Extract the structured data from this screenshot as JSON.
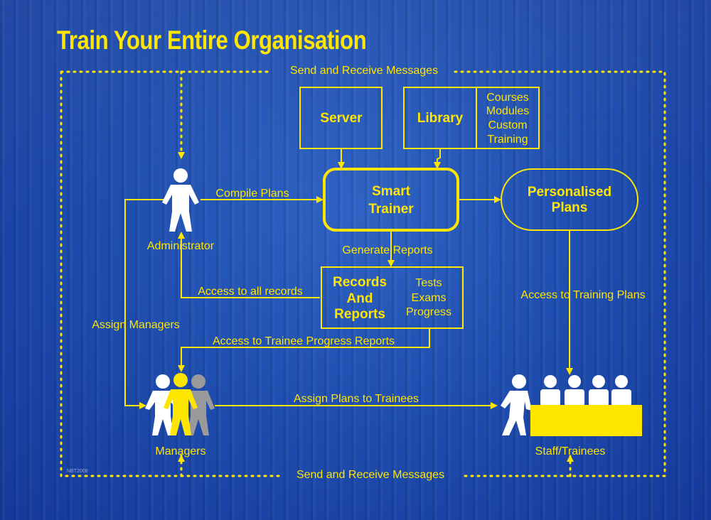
{
  "title": "Train Your Entire Organisation",
  "labels": {
    "send_receive_top": "Send and Receive Messages",
    "send_receive_bottom": "Send and Receive Messages",
    "compile_plans": "Compile Plans",
    "generate_reports": "Generate Reports",
    "access_all_records": "Access to all records",
    "access_trainee_progress": "Access to Trainee Progress Reports",
    "assign_managers": "Assign Managers",
    "assign_plans": "Assign Plans to Trainees",
    "access_training_plans": "Access to Training Plans"
  },
  "nodes": {
    "server": "Server",
    "library": "Library",
    "library_items": [
      "Courses",
      "Modules",
      "Custom",
      "Training"
    ],
    "smart_trainer": [
      "Smart",
      "Trainer"
    ],
    "personalised_plans": [
      "Personalised",
      "Plans"
    ],
    "records": [
      "Records",
      "And",
      "Reports"
    ],
    "records_items": [
      "Tests",
      "Exams",
      "Progress"
    ]
  },
  "actors": {
    "administrator": "Administrator",
    "managers": "Managers",
    "staff": "Staff/Trainees"
  },
  "footnote": "NBT2008",
  "colors": {
    "accent": "#ffe600",
    "figure": "#ffffff",
    "figure_grey": "#9a9a9a",
    "background": "#1f4fb0"
  },
  "icons": [
    "person-icon",
    "group-icon",
    "trainees-icon"
  ]
}
